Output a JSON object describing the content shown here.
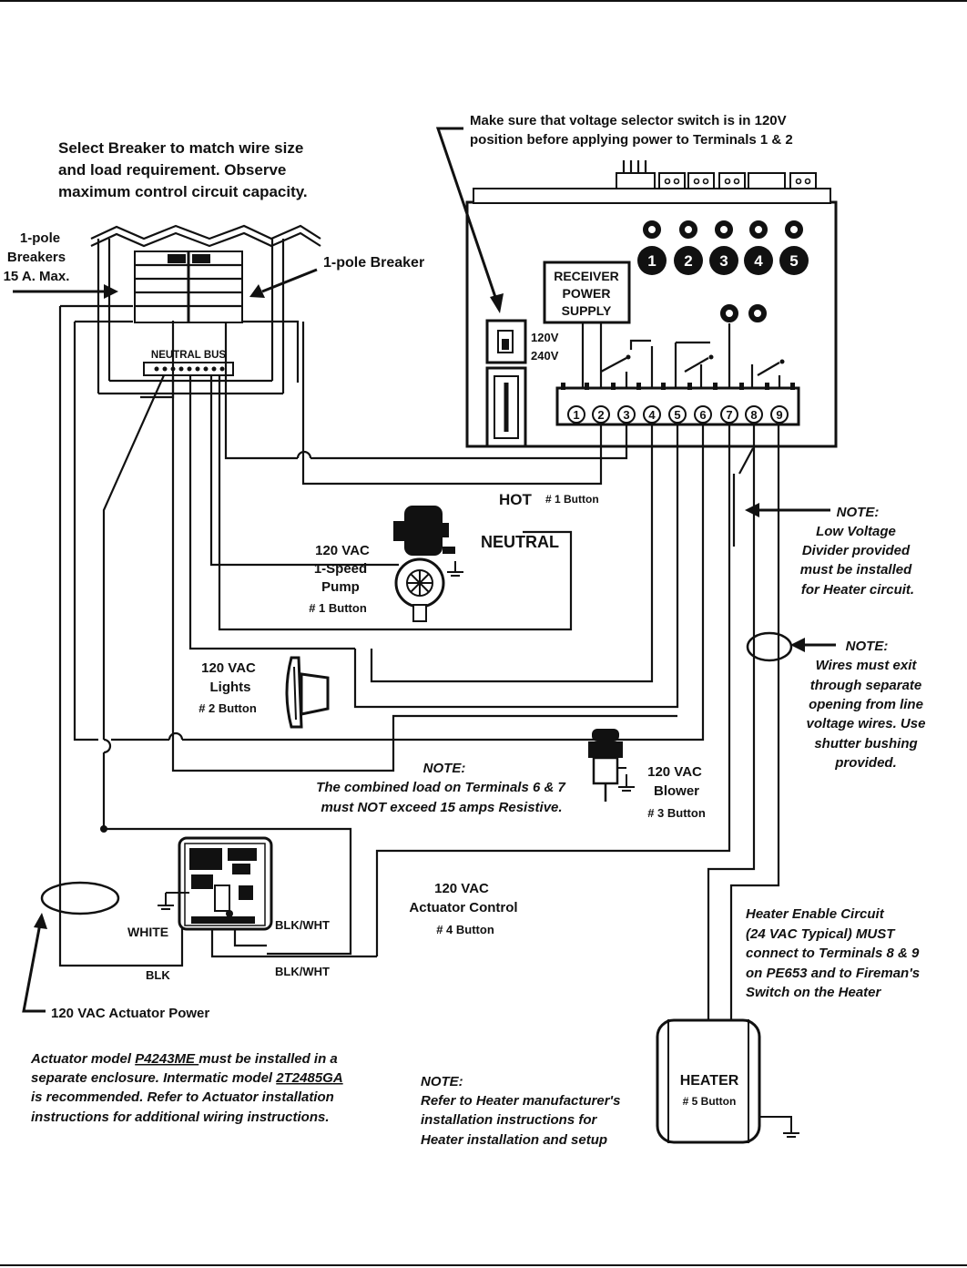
{
  "breaker_note": [
    "Select Breaker to match wire size",
    "and load requirement.  Observe",
    "maximum control circuit capacity."
  ],
  "voltage_note": [
    "Make sure that voltage selector switch is in 120V",
    "position before applying power to Terminals 1 & 2"
  ],
  "breakers_label": [
    "1-pole",
    "Breakers",
    "15 A. Max."
  ],
  "breaker_label": "1-pole Breaker",
  "neutral_bus": "NEUTRAL BUS",
  "receiver_power_supply": [
    "RECEIVER",
    "POWER",
    "SUPPLY"
  ],
  "voltage_options": [
    "120V",
    "240V"
  ],
  "button_numbers": [
    "1",
    "2",
    "3",
    "4",
    "5"
  ],
  "terminal_numbers": [
    "1",
    "2",
    "3",
    "4",
    "5",
    "6",
    "7",
    "8",
    "9"
  ],
  "hot_label": "HOT",
  "hot_button": "# 1 Button",
  "neutral_label": "NEUTRAL",
  "pump_label": [
    "120 VAC",
    "1-Speed",
    "Pump"
  ],
  "pump_button": "# 1 Button",
  "lights_label": [
    "120 VAC",
    "Lights"
  ],
  "lights_button": "# 2 Button",
  "blower_label": [
    "120 VAC",
    "Blower"
  ],
  "blower_button": "# 3 Button",
  "actuator_control": [
    "120 VAC",
    "Actuator Control"
  ],
  "actuator_button": "# 4 Button",
  "heater_label": "HEATER",
  "heater_button": "# 5 Button",
  "note_low_voltage": [
    "NOTE:",
    "Low Voltage",
    "Divider provided",
    "must be installed",
    "for Heater circuit."
  ],
  "note_wires": [
    "NOTE:",
    "Wires must exit",
    "through separate",
    "opening from line",
    "voltage wires. Use",
    "shutter bushing",
    "provided."
  ],
  "note_combined": [
    "NOTE:",
    "The combined load on Terminals 6 & 7",
    "must NOT exceed 15 amps Resistive."
  ],
  "heater_enable": [
    "Heater Enable Circuit",
    "(24 VAC Typical) MUST",
    "connect to Terminals 8 & 9",
    "on PE653 and to Fireman's",
    "Switch on the Heater"
  ],
  "wire_labels": {
    "white": "WHITE",
    "blk": "BLK",
    "blkwht_1": "BLK/WHT",
    "blkwht_2": "BLK/WHT"
  },
  "actuator_power": "120 VAC Actuator Power",
  "actuator_note": {
    "line1_pre": "Actuator model ",
    "model1": "P4243ME ",
    "line1_post": "must be installed in a",
    "line2_pre": "separate enclosure. Intermatic model ",
    "model2": "2T2485GA ",
    "line3": "is recommended.  Refer to  Actuator installation",
    "line4": "instructions for additional wiring instructions."
  },
  "heater_note": [
    "NOTE:",
    "Refer to Heater manufacturer's",
    "installation instructions for",
    "Heater installation and setup"
  ]
}
